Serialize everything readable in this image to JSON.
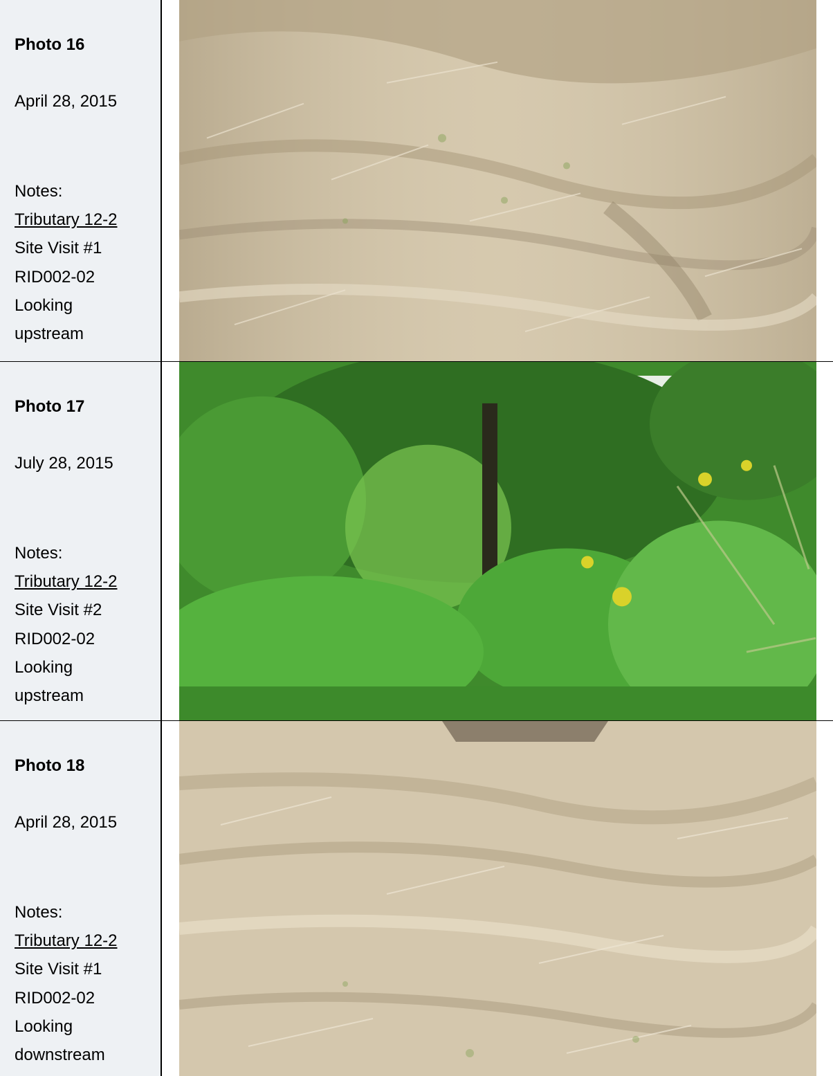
{
  "photos": [
    {
      "id": "Photo 16",
      "date": "April 28, 2015",
      "notes_label": "Notes:",
      "notes": [
        "Tributary 12-2",
        "Site Visit #1",
        "RID002-02",
        "Looking",
        "upstream"
      ],
      "scene": "dry-grass"
    },
    {
      "id": "Photo 17",
      "date": "July 28, 2015",
      "notes_label": "Notes:",
      "notes": [
        "Tributary 12-2",
        "Site Visit #2",
        "RID002-02",
        "Looking",
        "upstream"
      ],
      "scene": "green-vegetation"
    },
    {
      "id": "Photo 18",
      "date": "April 28, 2015",
      "notes_label": "Notes:",
      "notes": [
        "Tributary 12-2",
        "Site Visit #1",
        "RID002-02",
        "Looking",
        "downstream"
      ],
      "scene": "dry-grass"
    }
  ],
  "colors": {
    "info_background": "#eef1f4",
    "dry_grass_light": "#d8cbb2",
    "dry_grass_dark": "#9e8f76",
    "green_light": "#6fc24a",
    "green_dark": "#1f5c1a"
  }
}
